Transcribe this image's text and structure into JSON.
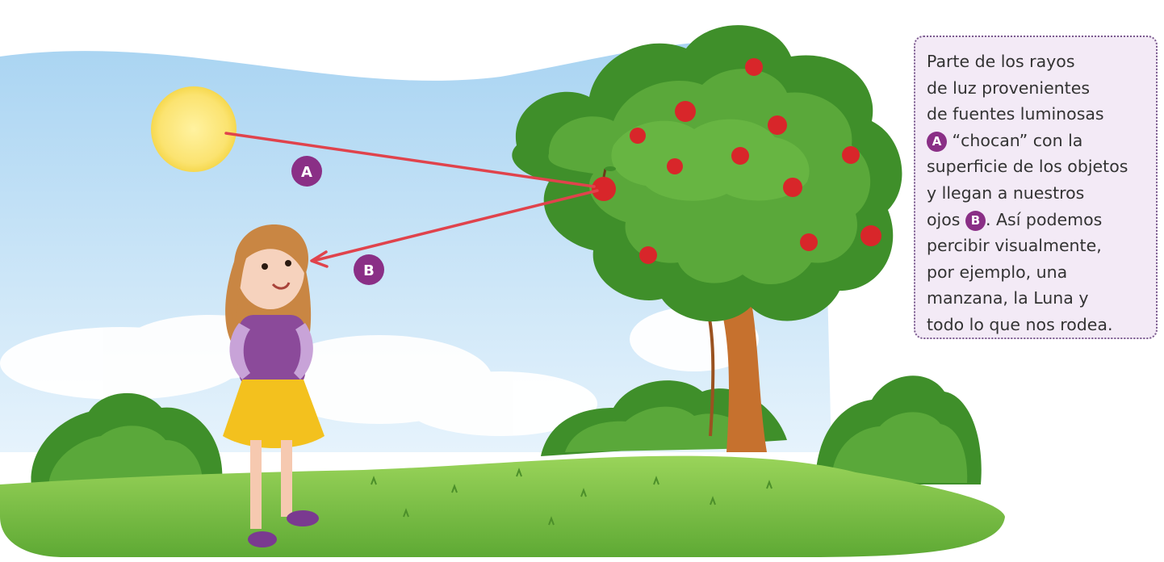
{
  "badges": {
    "a": "A",
    "b": "B"
  },
  "info_box": {
    "line1": "Parte de los rayos",
    "line2": "de luz provenientes",
    "line3": "de fuentes luminosas",
    "badge_a": "A",
    "line4_text": " “chocan” con la",
    "line5": "superficie de los objetos",
    "line6": "y llegan a nuestros",
    "line7_pre": "ojos ",
    "badge_b": "B",
    "line7_post": ". Así podemos",
    "line8": "percibir visualmente,",
    "line9": "por ejemplo, una",
    "line10": "manzana, la Luna y",
    "line11": "todo lo que nos rodea."
  },
  "colors": {
    "ray": "#e0434c",
    "badge": "#8a2f86",
    "sky": "#cfe6f8",
    "sun": "#fbe77a",
    "grass": "#7cc242",
    "foliage": "#3f8f2a",
    "trunk": "#c6712e",
    "apple": "#d8262a",
    "box_border": "#7a5a8e",
    "box_fill": "#f3eaf6"
  }
}
